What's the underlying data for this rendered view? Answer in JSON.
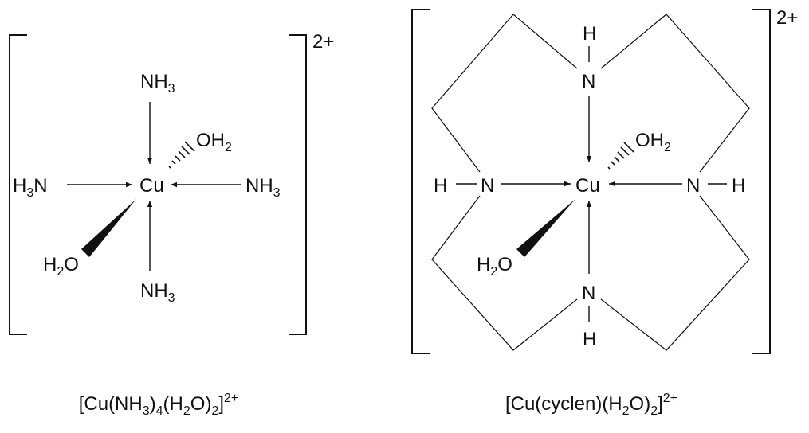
{
  "complex1": {
    "center": "Cu",
    "ligand_top": {
      "main": "NH",
      "sub": "3"
    },
    "ligand_bottom": {
      "main": "NH",
      "sub": "3"
    },
    "ligand_right": {
      "main": "NH",
      "sub": "3"
    },
    "ligand_left": {
      "main": "H",
      "sub": "3",
      "tail": "N"
    },
    "water_up": {
      "main": "OH",
      "sub": "2"
    },
    "water_down": {
      "main": "H",
      "sub": "2",
      "tail": "O"
    },
    "charge": "2+",
    "caption": {
      "p1": "[Cu(NH",
      "s1": "3",
      "p2": ")",
      "s2": "4",
      "p3": "(H",
      "s3": "2",
      "p4": "O)",
      "s4": "2",
      "p5": "]",
      "sup": "2+"
    }
  },
  "complex2": {
    "center": "Cu",
    "n_atom": "N",
    "h_atom": "H",
    "water_up": {
      "main": "OH",
      "sub": "2"
    },
    "water_down": {
      "main": "H",
      "sub": "2",
      "tail": "O"
    },
    "charge": "2+",
    "caption": {
      "p1": "[Cu(cyclen)(H",
      "s1": "2",
      "p2": "O)",
      "s2": "2",
      "p3": "]",
      "sup": "2+"
    }
  },
  "colors": {
    "ink": "#111111",
    "background": "#ffffff"
  }
}
